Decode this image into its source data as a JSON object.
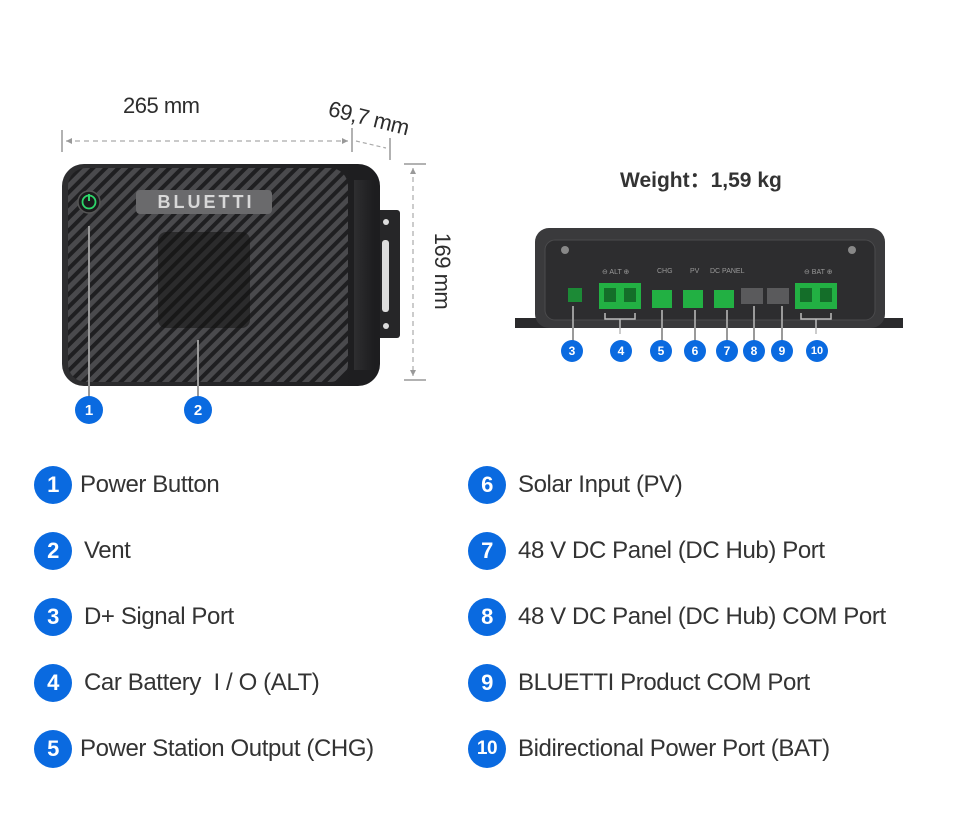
{
  "dimensions": {
    "width": "265 mm",
    "depth": "69,7 mm",
    "height": "169 mm"
  },
  "weight": {
    "label": "Weight：",
    "value": "1,59 kg"
  },
  "device": {
    "brand_logo": "BLUETTI",
    "front_callouts": [
      "1",
      "2"
    ],
    "port_panel_labels": {
      "alt": "⊖ ALT ⊕",
      "chg": "CHG",
      "pv": "PV",
      "dc_panel": "DC PANEL",
      "bat": "⊖ BAT ⊕"
    },
    "rear_callouts": [
      "3",
      "4",
      "5",
      "6",
      "7",
      "8",
      "9",
      "10"
    ]
  },
  "colors": {
    "accent_blue": "#0a6ae0",
    "connector_green": "#1fa83f",
    "housing": "#3a3a3c"
  },
  "legend": [
    {
      "num": "1",
      "label": "Power Button"
    },
    {
      "num": "2",
      "label": "Vent"
    },
    {
      "num": "3",
      "label": "D+ Signal Port"
    },
    {
      "num": "4",
      "label": "Car Battery  I / O (ALT)"
    },
    {
      "num": "5",
      "label": "Power Station Output (CHG)"
    },
    {
      "num": "6",
      "label": "Solar Input (PV)"
    },
    {
      "num": "7",
      "label": "48 V DC Panel (DC Hub) Port"
    },
    {
      "num": "8",
      "label": "48 V DC Panel (DC Hub) COM Port"
    },
    {
      "num": "9",
      "label": "BLUETTI Product COM Port"
    },
    {
      "num": "10",
      "label": "Bidirectional Power Port (BAT)"
    }
  ]
}
